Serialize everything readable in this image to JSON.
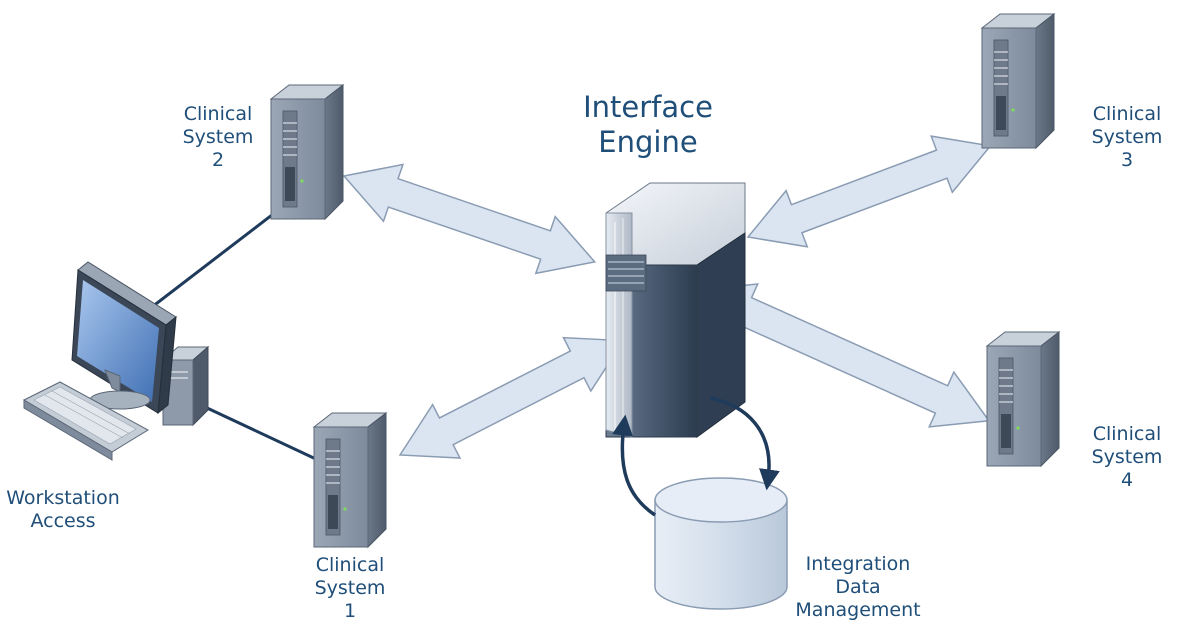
{
  "title_label": {
    "line1": "Interface",
    "line2": "Engine"
  },
  "labels": {
    "clinical_system_1": {
      "line1": "Clinical",
      "line2": "System",
      "line3": "1"
    },
    "clinical_system_2": {
      "line1": "Clinical",
      "line2": "System",
      "line3": "2"
    },
    "clinical_system_3": {
      "line1": "Clinical",
      "line2": "System",
      "line3": "3"
    },
    "clinical_system_4": {
      "line1": "Clinical",
      "line2": "System",
      "line3": "4"
    },
    "workstation": {
      "line1": "Workstation",
      "line2": "Access"
    },
    "database": {
      "line1": "Integration",
      "line2": "Data",
      "line3": "Management"
    }
  },
  "colors": {
    "label_text": "#1f4e79",
    "arrow_fill": "#dbe5f1",
    "arrow_stroke": "#8a9cb3",
    "connector_line": "#1f3b5c",
    "server_front": "#8e9aaa",
    "server_side": "#5d6a7b",
    "server_top": "#c3ccd7",
    "engine_front": "#3f5166",
    "database_fill": "#dbe5f1",
    "screen": "#5b86c6"
  },
  "icons": {
    "interface_engine": "mainframe-server-icon",
    "clinical_server": "tower-server-icon",
    "workstation": "desktop-computer-icon",
    "database": "database-cylinder-icon"
  }
}
